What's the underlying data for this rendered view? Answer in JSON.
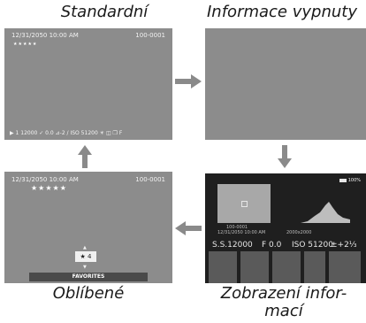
{
  "captions": {
    "standard": "Standardní",
    "info_off": "Informace vypnuty",
    "favorites": "Oblíbené",
    "info_display": "Zobrazení infor-\nmací"
  },
  "standard_screen": {
    "datetime": "12/31/2050 10:00 AM",
    "frame": "100-0001",
    "stars": "★★★★★",
    "status": "▶ 1  12000  ✓ 0.0  ⊿-2 /   ISO 51200  ☀ ◫  ❐  F"
  },
  "favorites_screen": {
    "datetime": "12/31/2050 10:00 AM",
    "frame": "100-0001",
    "stars": "★★★★★",
    "rating": "★ 4",
    "label": "FAVORITES"
  },
  "info_screen": {
    "battery": "100%",
    "frame": "100-0001",
    "datetime": "12/31/2050 10:00 AM",
    "size": "2000x2000",
    "shutter": "S.S.12000",
    "aperture": "F 0.0",
    "iso": "ISO 51200",
    "exposure": "±+2⅓"
  },
  "colors": {
    "screen_gray": "#8c8c8c",
    "screen_dark": "#1f1f1f",
    "arrow": "#8a8a8a"
  }
}
